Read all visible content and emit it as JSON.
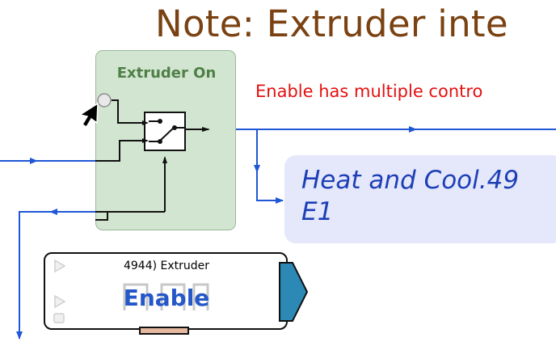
{
  "colors": {
    "title": "#7a4212",
    "warning": "#e41010",
    "wire": "#1f57d6",
    "switch_bg": "#d2e5d0",
    "switch_title": "#4f7f48",
    "note_bg": "#e5e7fb",
    "note_text": "#1c3fb6",
    "block_value": "#2457c7",
    "output_port": "#2c88b4",
    "connector": "#e5b8a0"
  },
  "note_title": "Note: Extruder inte",
  "enable_note": "Enable has multiple contro",
  "switch_block": {
    "title": "Extruder On",
    "icon": "toggle-switch-icon"
  },
  "heat_note": {
    "line1": "Heat and Cool.49",
    "line2": "E1"
  },
  "enable_block": {
    "name": "4944) Extruder",
    "value": "Enable",
    "output_port_icon": "triangle-output-port-icon",
    "graph_icon": "pulse-graph-icon"
  },
  "cursor_icon": "arrow-cursor-icon"
}
